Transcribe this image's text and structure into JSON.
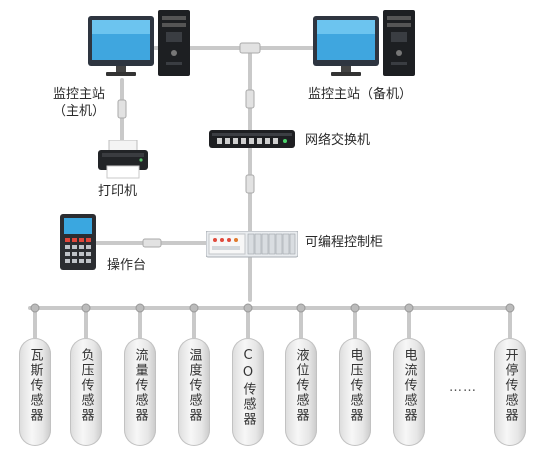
{
  "nodes": {
    "host_main": {
      "line1": "监控主站",
      "line2": "（主机）"
    },
    "host_backup": {
      "label": "监控主站（备机）"
    },
    "switch": {
      "label": "网络交换机"
    },
    "printer": {
      "label": "打印机"
    },
    "plc": {
      "label": "可编程控制柜"
    },
    "console": {
      "label": "操作台"
    }
  },
  "sensors": [
    "瓦斯传感器",
    "负压传感器",
    "流量传感器",
    "温度传感器",
    "CO传感器",
    "液位传感器",
    "电压传感器",
    "电流传感器",
    "开停传感器"
  ],
  "ellipsis": "……"
}
